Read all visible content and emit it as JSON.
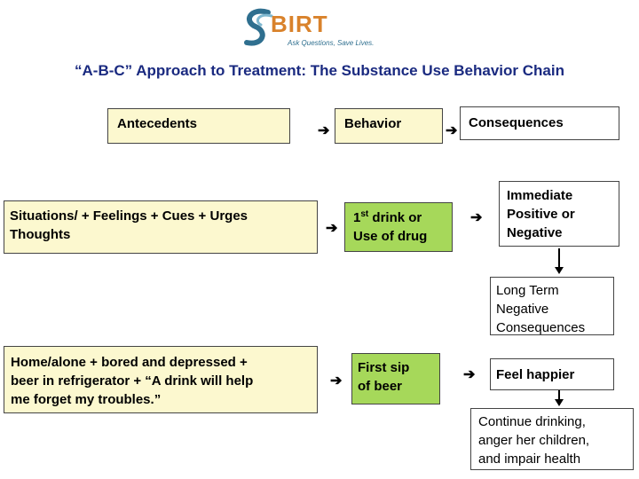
{
  "logo": {
    "word": "BIRT",
    "tagline": "Ask Questions, Save Lives."
  },
  "title": "“A-B-C” Approach to Treatment:  The Substance Use Behavior Chain",
  "headers": {
    "antecedents": "Antecedents",
    "behavior": "Behavior",
    "consequences": "Consequences"
  },
  "row1": {
    "situations_line1": "Situations/   + Feelings  + Cues + Urges",
    "situations_line2": "Thoughts",
    "behavior_pre": "1",
    "behavior_sup": "st",
    "behavior_post": "  drink or",
    "behavior_line2": "Use of drug",
    "consequence_lines": [
      "Immediate",
      "Positive or",
      "Negative"
    ]
  },
  "long_term": [
    "Long Term",
    "Negative",
    "Consequences"
  ],
  "row2": {
    "antecedent_lines": [
      "Home/alone + bored and depressed +",
      "beer in refrigerator +  “A drink will help",
      "me forget my troubles.”"
    ],
    "behavior_lines": [
      "First sip",
      "of beer"
    ],
    "consequence": "Feel happier"
  },
  "outcome": [
    "Continue drinking,",
    "anger her children,",
    "and impair health"
  ],
  "arrow_glyph": "➔"
}
